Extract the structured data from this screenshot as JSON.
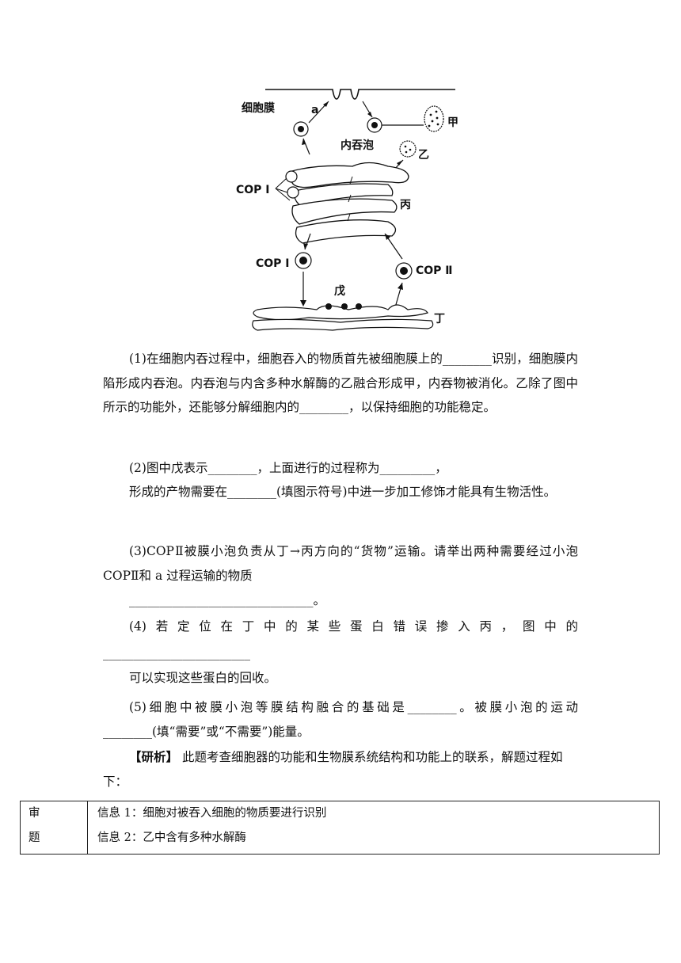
{
  "diagram": {
    "labels": {
      "membrane": "细胞膜",
      "a": "a",
      "endosome": "内吞泡",
      "jia": "甲",
      "yi": "乙",
      "copI_top": "COP Ⅰ",
      "bing": "丙",
      "copI_bottom": "COP Ⅰ",
      "copII": "COP Ⅱ",
      "wu": "戊",
      "ding": "丁"
    }
  },
  "questions": {
    "q1_line1": "(1)在细胞内吞过程中，细胞吞入的物质首先被细胞膜上的________识别，细胞膜内陷形成内吞泡。内吞泡与内含多种水解酶的乙融合形成甲，内吞物被消化。乙除了图中所示的功能外，还能够分解细胞内的________，以保持细胞的功能稳定。",
    "q2_line1": "(2)图中戊表示________，上面进行的过程称为_________，",
    "q2_line2": "形成的产物需要在________(填图示符号)中进一步加工修饰才能具有生物活性。",
    "q3_line1": "(3)COPⅡ被膜小泡负责从丁→丙方向的“货物”运输。请举出两种需要经过小泡 COPⅡ和 a 过程运输的物质",
    "q3_line2": "______________________________。",
    "q4_parts": [
      "(4)",
      "若",
      "定",
      "位",
      "在",
      "丁",
      "中",
      "的",
      "某",
      "些",
      "蛋",
      "白",
      "错",
      "误",
      "掺",
      "入",
      "丙",
      "，",
      "图",
      "中",
      "的"
    ],
    "q4_line2": "________________________",
    "q4_line3": "可以实现这些蛋白的回收。",
    "q5": "(5)细胞中被膜小泡等膜结构融合的基础是________。被膜小泡的运动________(填“需要”或“不需要”)能量。"
  },
  "analysis": {
    "tag": "【研析】",
    "text": "  此题考查细胞器的功能和生物膜系统结构和功能上的联系，解题过程如下："
  },
  "table": {
    "header_chars": [
      "审",
      "题"
    ],
    "rows": [
      "信息 1：细胞对被吞入细胞的物质要进行识别",
      "信息 2：乙中含有多种水解酶"
    ]
  }
}
